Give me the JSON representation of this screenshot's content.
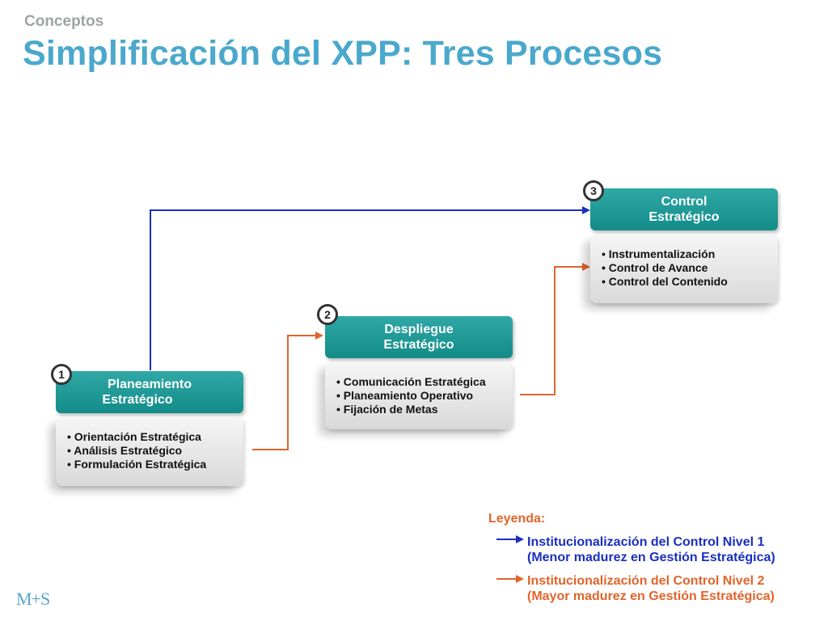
{
  "header": {
    "subtitle": "Conceptos",
    "title": "Simplificación del XPP: Tres Procesos"
  },
  "processes": [
    {
      "number": "1",
      "title_line1": "Planeamiento",
      "title_line2": "Estratégico",
      "items": [
        "Orientación Estratégica",
        "Análisis Estratégico",
        "Formulación Estratégica"
      ]
    },
    {
      "number": "2",
      "title_line1": "Despliegue",
      "title_line2": "Estratégico",
      "items": [
        "Comunicación Estratégica",
        "Planeamiento Operativo",
        "Fijación de Metas"
      ]
    },
    {
      "number": "3",
      "title_line1": "Control",
      "title_line2": "Estratégico",
      "items": [
        "Instrumentalización",
        "Control de Avance",
        "Control del Contenido"
      ]
    }
  ],
  "legend": {
    "title": "Leyenda:",
    "level1": {
      "line1": "Institucionalización del Control Nivel 1",
      "line2": "(Menor madurez en Gestión Estratégica)",
      "color": "#1a2fc0"
    },
    "level2": {
      "line1": "Institucionalización del Control Nivel 2",
      "line2": "(Mayor madurez en Gestión Estratégica)",
      "color": "#e2642b"
    }
  },
  "logo": "M+S"
}
